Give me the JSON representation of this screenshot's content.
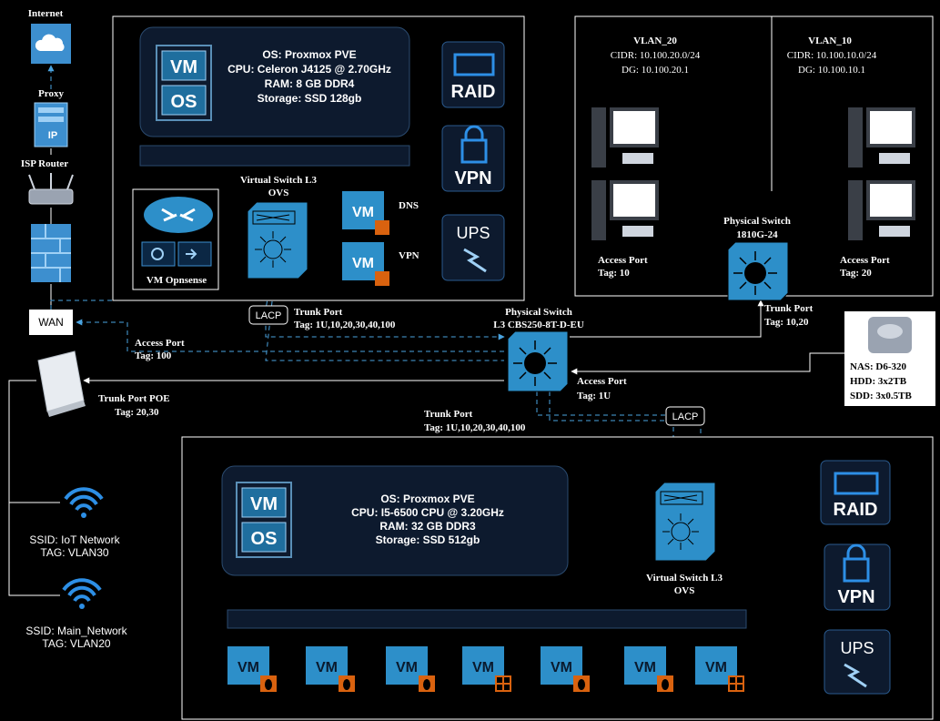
{
  "internet": {
    "label": "Internet"
  },
  "proxy": {
    "label": "Proxy",
    "text": "IP"
  },
  "isp_router": {
    "label": "ISP Router"
  },
  "wan": {
    "label": "WAN"
  },
  "host1": {
    "os": "OS: Proxmox PVE",
    "cpu": "CPU: Celeron J4125 @ 2.70GHz",
    "ram": "RAM: 8 GB DDR4",
    "storage": "Storage: SSD 128gb",
    "vm_text": "VM",
    "os_text": "OS",
    "vswitch_title": "Virtual Switch L3",
    "vswitch_sub": "OVS",
    "opnsense_label": "VM Opnsense",
    "dns_label": "DNS",
    "vpn_label": "VPN"
  },
  "host2": {
    "os": "OS: Proxmox PVE",
    "cpu": "CPU: I5-6500 CPU @ 3.20GHz",
    "ram": "RAM: 32 GB DDR3",
    "storage": "Storage: SSD 512gb",
    "vm_text": "VM",
    "os_text": "OS",
    "vswitch_title": "Virtual Switch L3",
    "vswitch_sub": "OVS",
    "vms": [
      {
        "label": "VM",
        "os": "linux"
      },
      {
        "label": "VM",
        "os": "linux"
      },
      {
        "label": "VM",
        "os": "linux"
      },
      {
        "label": "VM",
        "os": "windows"
      },
      {
        "label": "VM",
        "os": "linux"
      },
      {
        "label": "VM",
        "os": "linux"
      },
      {
        "label": "VM",
        "os": "windows"
      }
    ]
  },
  "badges": {
    "raid": "RAID",
    "vpn": "VPN",
    "ups": "UPS"
  },
  "core_switch": {
    "title": "Physical Switch",
    "model": "L3 CBS250-8T-D-EU"
  },
  "access_switch": {
    "title": "Physical Switch",
    "model": "1810G-24"
  },
  "lacp": "LACP",
  "links": {
    "trunk1_title": "Trunk Port",
    "trunk1_tag": "Tag: 1U,10,20,30,40,100",
    "access100_title": "Access Port",
    "access100_tag": "Tag: 100",
    "poe_title": "Trunk Port POE",
    "poe_tag": "Tag: 20,30",
    "access1u_title": "Access Port",
    "access1u_tag": "Tag: 1U",
    "trunk2_title": "Trunk Port",
    "trunk2_tag": "Tag: 1U,10,20,30,40,100",
    "trunk3_title": "Trunk Port",
    "trunk3_tag": "Tag: 10,20"
  },
  "vlan20": {
    "name": "VLAN_20",
    "cidr": "CIDR: 10.100.20.0/24",
    "dg": "DG: 10.100.20.1",
    "port_title": "Access Port",
    "port_tag": "Tag: 10"
  },
  "vlan10": {
    "name": "VLAN_10",
    "cidr": "CIDR: 10.100.10.0/24",
    "dg": "DG: 10.100.10.1",
    "port_title": "Access Port",
    "port_tag": "Tag: 20"
  },
  "nas": {
    "model": "NAS: D6-320",
    "hdd": "HDD: 3x2TB",
    "sdd": "SDD: 3x0.5TB"
  },
  "wifi": [
    {
      "ssid": "SSID: IoT Network",
      "tag": "TAG: VLAN30"
    },
    {
      "ssid": "SSID: Main_Network",
      "tag": "TAG: VLAN20"
    }
  ]
}
